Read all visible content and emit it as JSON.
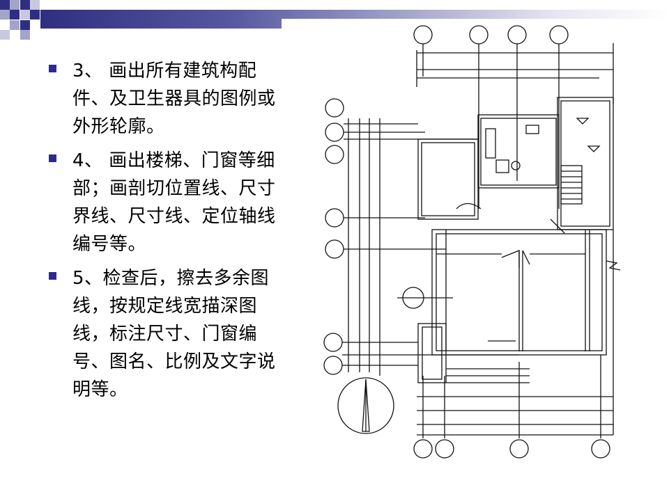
{
  "theme": {
    "accent": "#2e2f80",
    "bullet_color": "#2c2c8c"
  },
  "bullets": [
    {
      "text": "3、 画出所有建筑构配件、及卫生器具的图例或外形轮廓。"
    },
    {
      "text": "4、 画出楼梯、门窗等细部；画剖切位置线、尺寸界线、尺寸线、定位轴线编号等。"
    },
    {
      "text": "5、检查后，擦去多余图线，按规定线宽描深图线，标注尺寸、门窗编号、图名、比例及文字说明等。"
    }
  ],
  "drawing": {
    "icon": "floor-plan-drawing",
    "north_arrow_icon": "north-arrow-icon"
  }
}
